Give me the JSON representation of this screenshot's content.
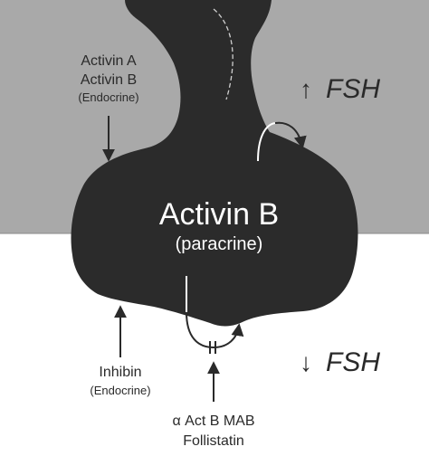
{
  "labels": {
    "activin_a": "Activin A",
    "activin_b": "Activin B",
    "endocrine_top": "(Endocrine)",
    "center_title": "Activin B",
    "center_subtitle": "(paracrine)",
    "fsh_up_arrow": "↑",
    "fsh_up_text": "FSH",
    "fsh_down_arrow": "↓",
    "fsh_down_text": "FSH",
    "inhibin": "Inhibin",
    "endocrine_bottom": "(Endocrine)",
    "mab": "α Act B MAB",
    "follistatin": "Follistatin"
  },
  "colors": {
    "upper_background": "#a9a9a9",
    "lower_background": "#ffffff",
    "cell_fill": "#2b2b2b",
    "text": "#2a2a2a",
    "arrow_on_white": "#2a2a2a",
    "arrow_on_dark": "#ffffff"
  }
}
